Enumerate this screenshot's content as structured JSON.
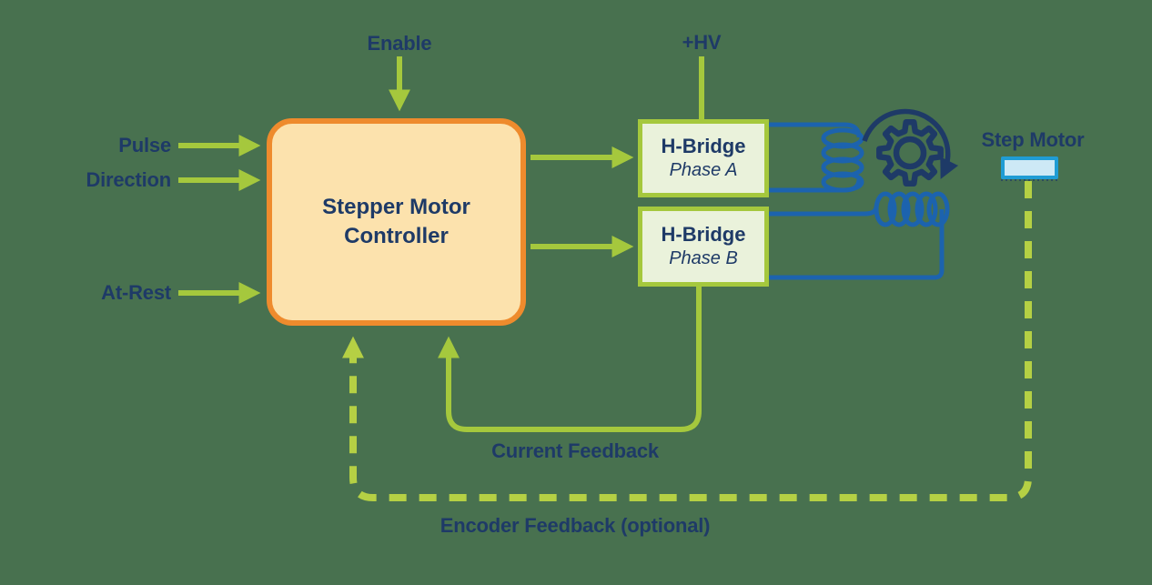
{
  "diagram": {
    "controller": {
      "label": "Stepper Motor Controller"
    },
    "hbridges": [
      {
        "title": "H-Bridge",
        "phase": "Phase A"
      },
      {
        "title": "H-Bridge",
        "phase": "Phase B"
      }
    ],
    "inputs": {
      "enable": "Enable",
      "pulse": "Pulse",
      "direction": "Direction",
      "at_rest": "At-Rest"
    },
    "power": {
      "label": "+HV"
    },
    "motor": {
      "label": "Step Motor"
    },
    "feedback": {
      "current": "Current Feedback",
      "encoder": "Encoder Feedback (optional)"
    },
    "icons": {
      "gear": "gear-icon",
      "rotation": "rotation-arrow-icon",
      "coil_a": "phase-a-coil-icon",
      "coil_b": "phase-b-coil-icon"
    },
    "colors": {
      "background": "#48714F",
      "line_green": "#A5C83D",
      "dash_green": "#B5D044",
      "navy_text": "#1E3A67",
      "controller_border": "#EE8B2D",
      "controller_fill": "#FCE2AD",
      "hbridge_border": "#A5C83D",
      "hbridge_fill": "#EAF2DB",
      "wire_blue": "#1C63AE",
      "motor_border": "#1F9CD4",
      "motor_fill": "#CDE9F6"
    }
  }
}
